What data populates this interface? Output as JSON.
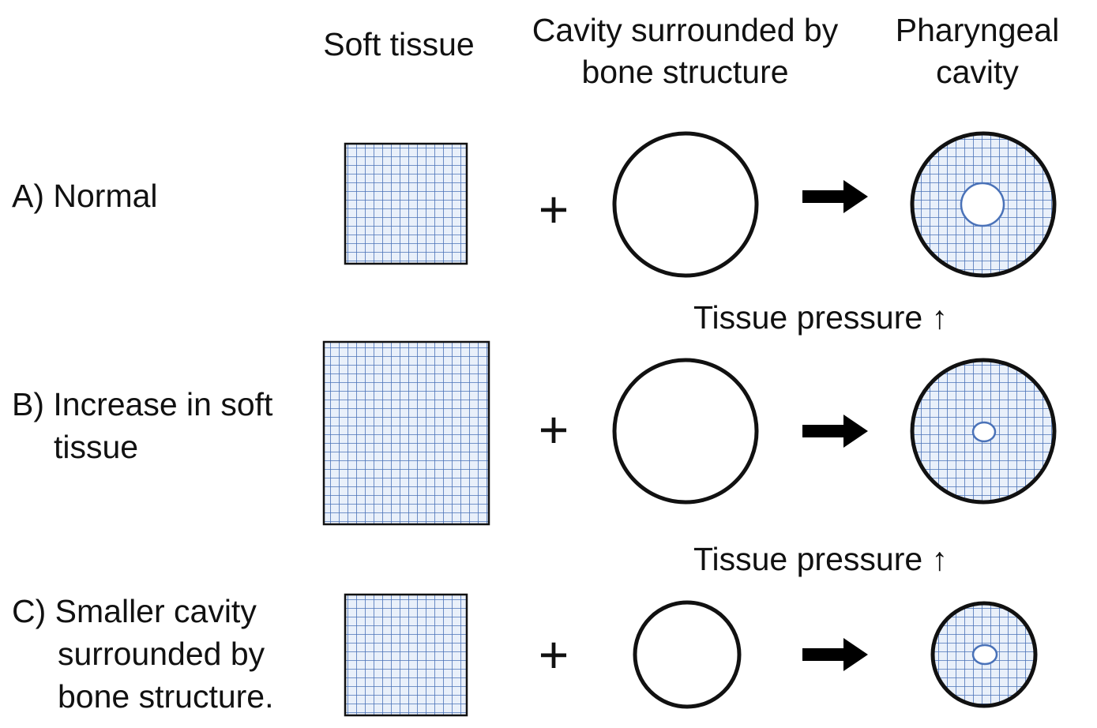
{
  "headers": {
    "soft_tissue": "Soft tissue",
    "cavity_line1": "Cavity surrounded by",
    "cavity_line2": "bone structure",
    "pharyngeal_line1": "Pharyngeal",
    "pharyngeal_line2": "cavity"
  },
  "rows": [
    {
      "label_lines": [
        "A) Normal"
      ]
    },
    {
      "label_lines": [
        "B) Increase in soft",
        "tissue"
      ]
    },
    {
      "label_lines": [
        "C) Smaller cavity",
        "surrounded by",
        "bone structure."
      ]
    }
  ],
  "operators": {
    "plus": "+"
  },
  "pressure_note": "Tissue pressure ↑",
  "colors": {
    "grid_fill": "#e9f0fa",
    "grid_line": "#4a72b8",
    "outline": "#111111",
    "hole_border": "#4a72b8",
    "arrow": "#000000"
  }
}
